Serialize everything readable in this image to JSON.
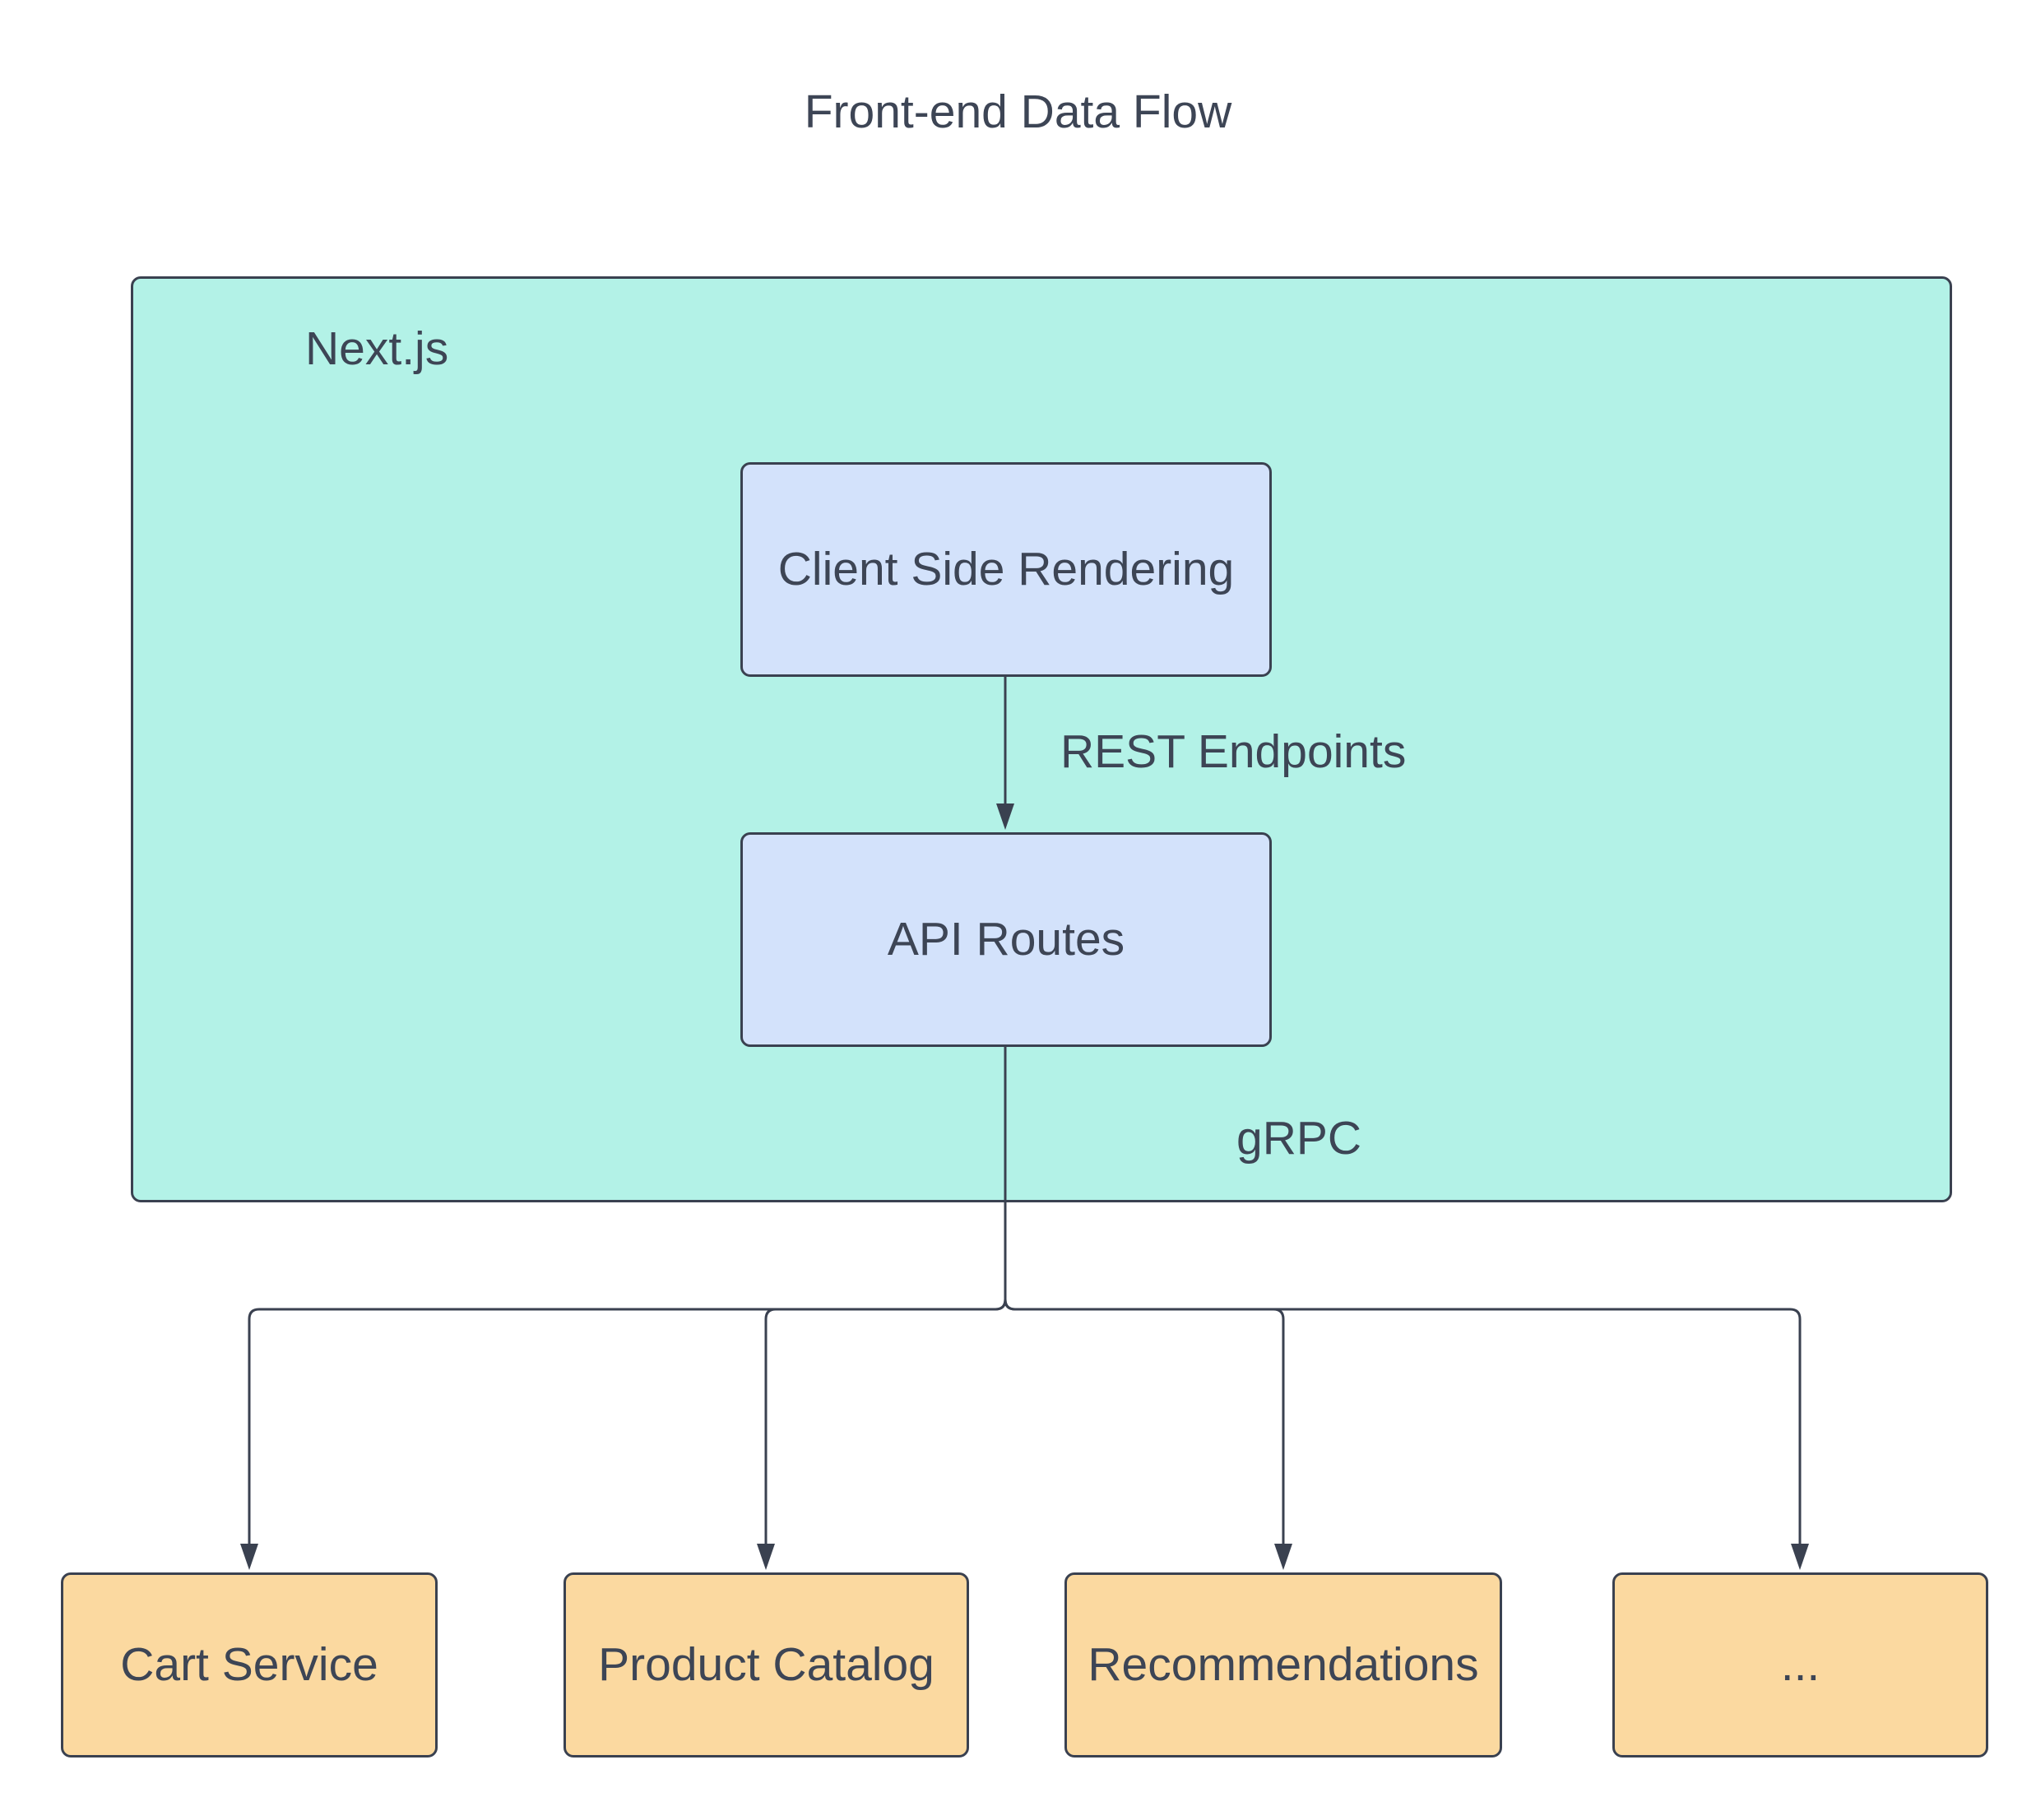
{
  "title": "Front-end Data Flow",
  "container": {
    "label": "Next.js"
  },
  "nodes": {
    "client_side_rendering": {
      "label": "Client Side Rendering"
    },
    "api_routes": {
      "label": "API Routes"
    },
    "cart_service": {
      "label": "Cart Service"
    },
    "product_catalog": {
      "label": "Product Catalog"
    },
    "recommendations": {
      "label": "Recommendations"
    },
    "other_services": {
      "label": "..."
    }
  },
  "edges": {
    "rest": {
      "label": "REST Endpoints",
      "from": "Client Side Rendering",
      "to": "API Routes"
    },
    "grpc": {
      "label": "gRPC",
      "from": "API Routes",
      "to": [
        "Cart Service",
        "Product Catalog",
        "Recommendations",
        "..."
      ]
    }
  },
  "colors": {
    "container_fill": "#b3f2e7",
    "node_fill_primary": "#d3e2fb",
    "node_fill_secondary": "#fbd9a0",
    "stroke": "#3a4150",
    "text": "#3d4555",
    "canvas_bg": "#ffffff"
  }
}
